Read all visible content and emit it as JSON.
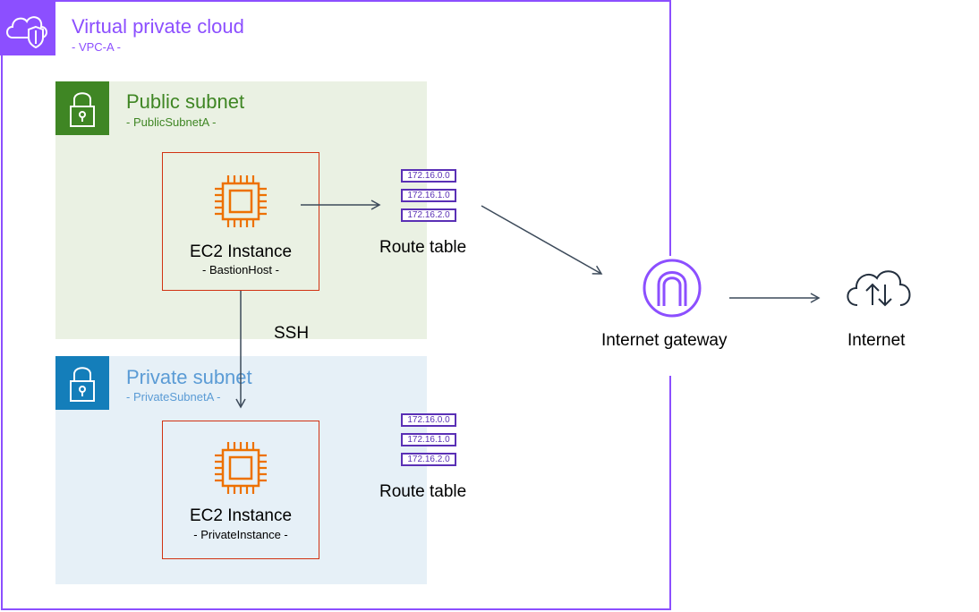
{
  "vpc": {
    "title": "Virtual private cloud",
    "subtitle": "- VPC-A -",
    "icon": "cloud-shield-icon"
  },
  "public_subnet": {
    "title": "Public subnet",
    "subtitle": "- PublicSubnetA -",
    "icon": "lock-icon"
  },
  "private_subnet": {
    "title": "Private subnet",
    "subtitle": "- PrivateSubnetA -",
    "icon": "lock-icon"
  },
  "bastion": {
    "title": "EC2 Instance",
    "subtitle": "- BastionHost -",
    "icon": "chip-icon"
  },
  "private_instance": {
    "title": "EC2 Instance",
    "subtitle": "- PrivateInstance -",
    "icon": "chip-icon"
  },
  "route_table_public": {
    "label": "Route table",
    "entries": [
      "172.16.0.0",
      "172.16.1.0",
      "172.16.2.0"
    ]
  },
  "route_table_private": {
    "label": "Route table",
    "entries": [
      "172.16.0.0",
      "172.16.1.0",
      "172.16.2.0"
    ]
  },
  "internet_gateway": {
    "label": "Internet gateway",
    "icon": "gateway-arch-icon"
  },
  "internet": {
    "label": "Internet",
    "icon": "cloud-updown-icon"
  },
  "connections": {
    "ssh_label": "SSH"
  },
  "colors": {
    "vpc": "#8c4fff",
    "public": "#3f8624",
    "private": "#147eba",
    "ec2": "#d13212",
    "route": "#5a30b5",
    "arrow": "#3c4a5a"
  }
}
